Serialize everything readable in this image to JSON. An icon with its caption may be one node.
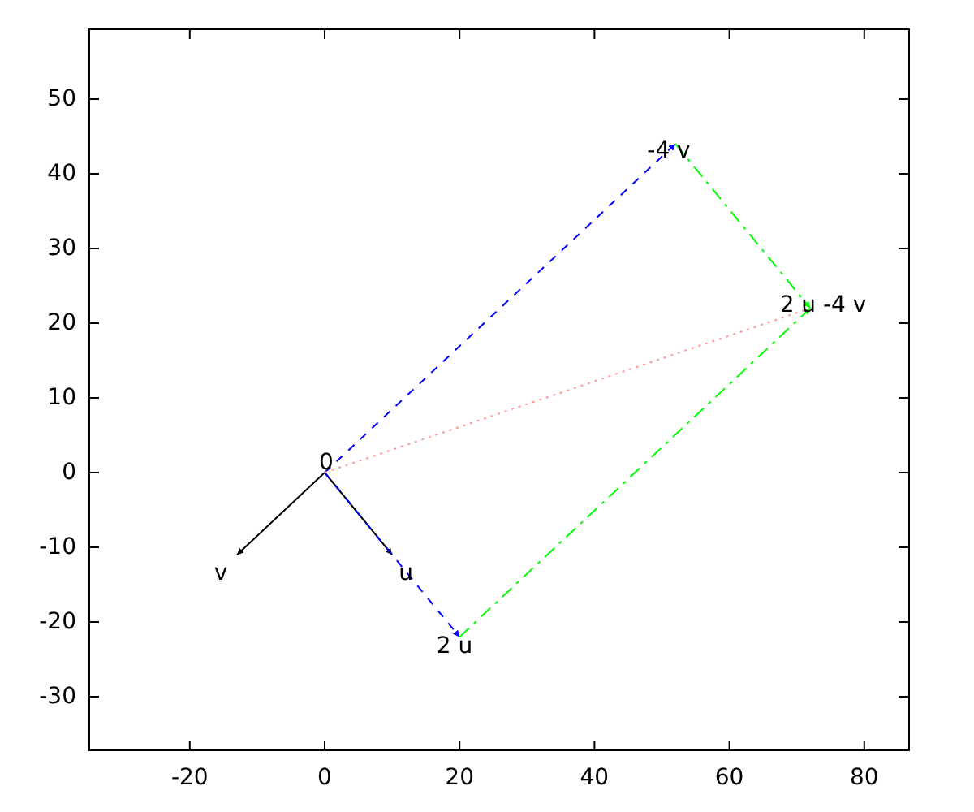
{
  "diagram": {
    "nodes": [
      {
        "text": [
          "0"
        ]
      },
      {
        "text": [
          "v"
        ]
      },
      {
        "text": [
          "u"
        ]
      },
      {
        "text": [
          "2 u"
        ]
      },
      {
        "text": [
          "-4 v"
        ]
      },
      {
        "text": [
          "2 u -4 v"
        ]
      }
    ],
    "edges": [
      {
        "from": 0,
        "to": 1,
        "arrow": "to"
      },
      {
        "from": 0,
        "to": 2,
        "arrow": "to"
      },
      {
        "from": 0,
        "to": 3,
        "arrow": "to",
        "style": "dashed",
        "color": "#0000ff"
      },
      {
        "from": 0,
        "to": 4,
        "arrow": "to",
        "style": "dashed",
        "color": "#0000ff"
      },
      {
        "from": 3,
        "to": 5,
        "arrow": "to",
        "style": "dashed",
        "color": "#00ff00"
      },
      {
        "from": 4,
        "to": 5,
        "arrow": "to",
        "style": "dashed",
        "color": "#00ff00"
      },
      {
        "from": 0,
        "to": 5,
        "arrow": "none",
        "style": "dashed",
        "color": "#ff9999"
      }
    ],
    "labels": [
      "50",
      "40",
      "30",
      "20",
      "10",
      "0",
      "-10",
      "-20",
      "-30",
      "-20",
      "0",
      "20",
      "40",
      "60",
      "80"
    ]
  }
}
